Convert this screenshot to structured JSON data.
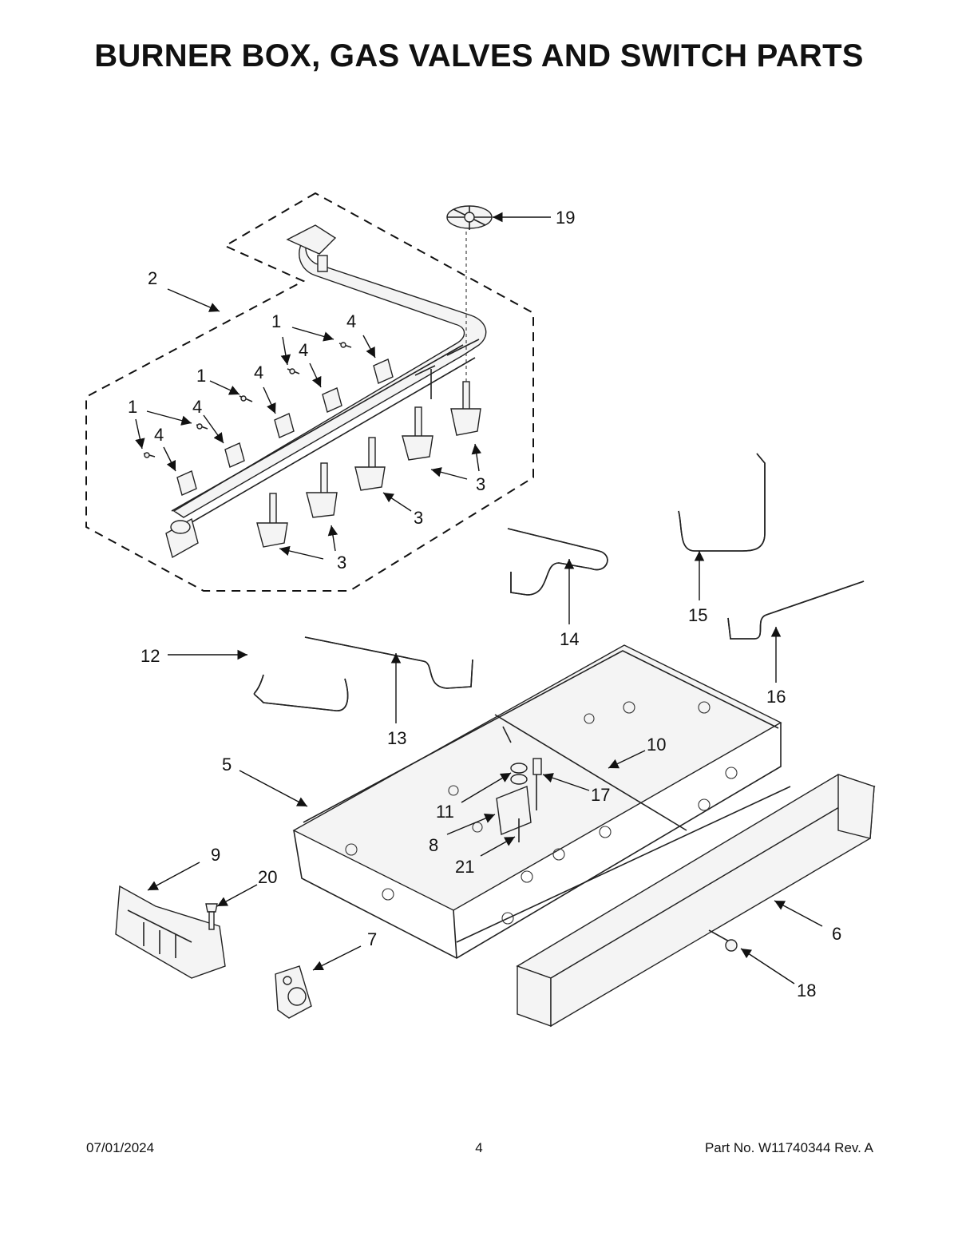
{
  "title": "BURNER BOX, GAS VALVES AND SWITCH PARTS",
  "footer": {
    "date": "07/01/2024",
    "page": "4",
    "part_no": "Part No.  W11740344  Rev.  A"
  },
  "callouts": [
    "1",
    "1",
    "1",
    "2",
    "3",
    "3",
    "3",
    "3",
    "4",
    "4",
    "4",
    "4",
    "4",
    "4",
    "5",
    "6",
    "7",
    "8",
    "9",
    "10",
    "11",
    "12",
    "13",
    "14",
    "15",
    "16",
    "17",
    "18",
    "19",
    "20",
    "21"
  ]
}
